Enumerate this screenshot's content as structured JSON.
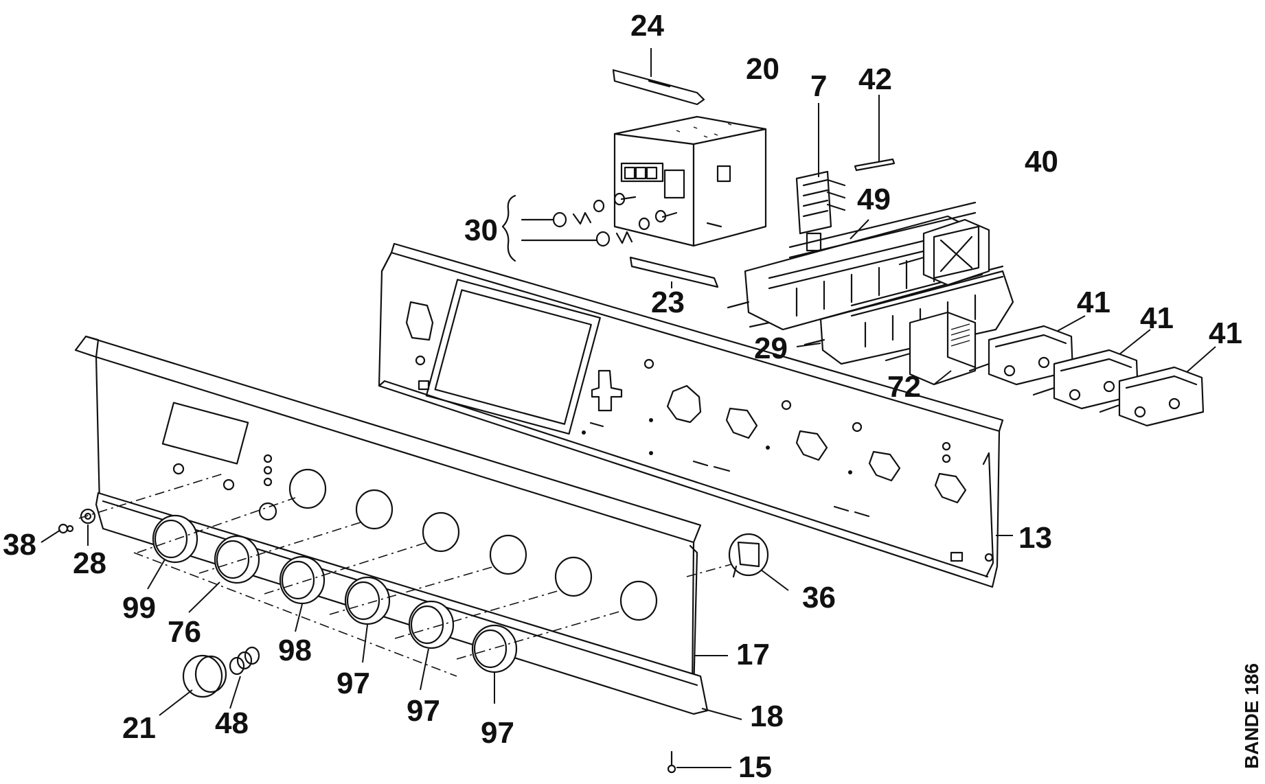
{
  "labels": {
    "p24": "24",
    "p20": "20",
    "p7": "7",
    "p42": "42",
    "p40": "40",
    "p30": "30",
    "p49": "49",
    "p23": "23",
    "p41a": "41",
    "p41b": "41",
    "p41c": "41",
    "p29": "29",
    "p72": "72",
    "p13": "13",
    "p38": "38",
    "p28": "28",
    "p99": "99",
    "p76": "76",
    "p36": "36",
    "p98": "98",
    "p17": "17",
    "p97a": "97",
    "p97b": "97",
    "p97c": "97",
    "p21": "21",
    "p48": "48",
    "p18": "18",
    "p15": "15"
  },
  "reference": "BANDE 186"
}
